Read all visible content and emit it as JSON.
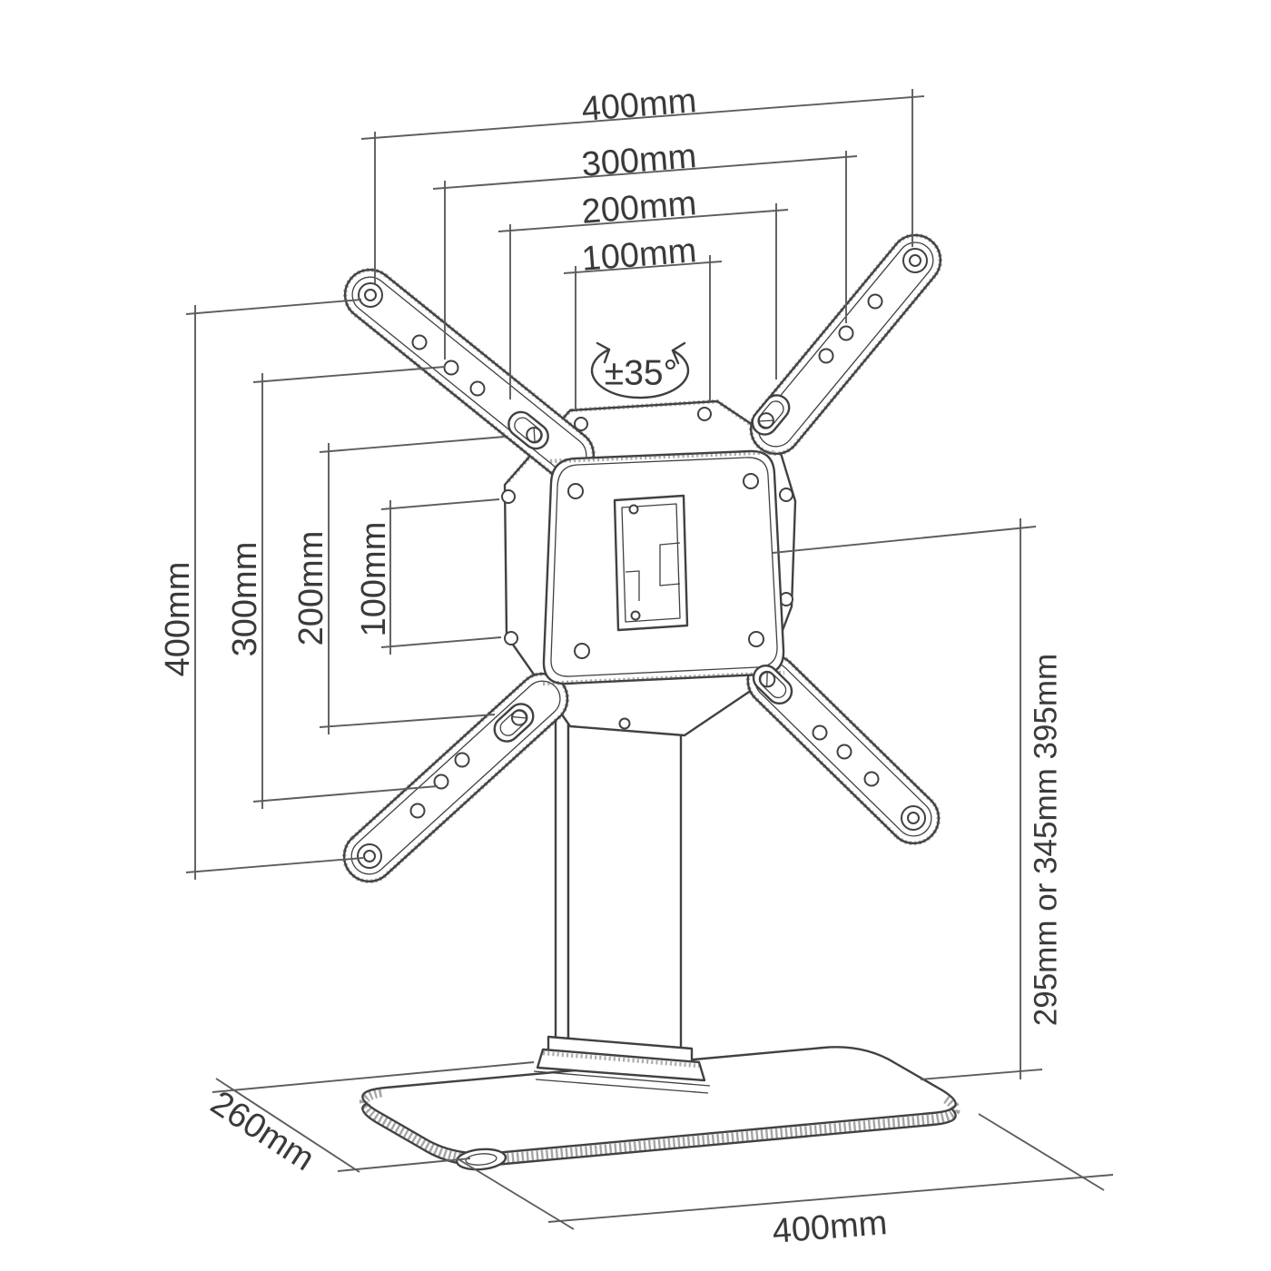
{
  "diagram": {
    "dims_top": [
      {
        "label": "400mm"
      },
      {
        "label": "300mm"
      },
      {
        "label": "200mm"
      },
      {
        "label": "100mm"
      }
    ],
    "dims_left": [
      {
        "label": "400mm"
      },
      {
        "label": "300mm"
      },
      {
        "label": "200mm"
      },
      {
        "label": "100mm"
      }
    ],
    "dim_right": {
      "label": "295mm or 345mm  395mm"
    },
    "dim_base_depth": {
      "label": "260mm"
    },
    "dim_base_width": {
      "label": "400mm"
    },
    "rotation": {
      "label": "±35°"
    }
  },
  "colors": {
    "line": "#414141",
    "dimension_line": "#5d5d5d",
    "text": "#3a3a3a",
    "background": "#ffffff"
  }
}
